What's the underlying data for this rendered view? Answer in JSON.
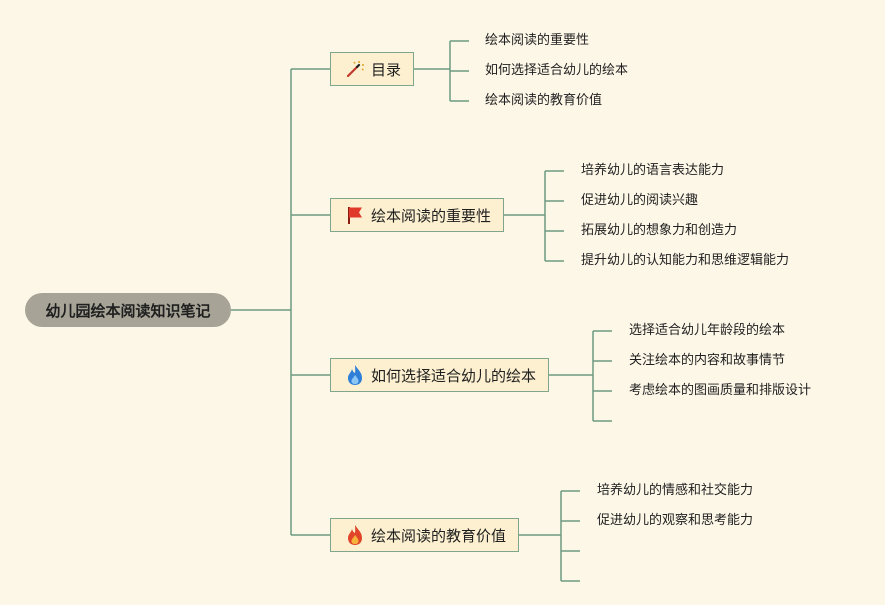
{
  "root": {
    "label": "幼儿园绘本阅读知识笔记"
  },
  "colors": {
    "line": "#6d9a80",
    "background": "#fdf7e8",
    "root_fill": "#a7a497",
    "topic_fill": "#fdf0d0"
  },
  "topics": [
    {
      "label": "目录",
      "icon": "magic-wand-icon",
      "items": [
        "绘本阅读的重要性",
        "如何选择适合幼儿的绘本",
        "绘本阅读的教育价值"
      ]
    },
    {
      "label": "绘本阅读的重要性",
      "icon": "red-flag-icon",
      "items": [
        "培养幼儿的语言表达能力",
        "促进幼儿的阅读兴趣",
        "拓展幼儿的想象力和创造力",
        "提升幼儿的认知能力和思维逻辑能力"
      ]
    },
    {
      "label": "如何选择适合幼儿的绘本",
      "icon": "blue-flame-icon",
      "items": [
        "选择适合幼儿年龄段的绘本",
        "关注绘本的内容和故事情节",
        "考虑绘本的图画质量和排版设计",
        ""
      ]
    },
    {
      "label": "绘本阅读的教育价值",
      "icon": "red-flame-icon",
      "items": [
        "培养幼儿的情感和社交能力",
        "促进幼儿的观察和思考能力",
        "",
        ""
      ]
    }
  ]
}
